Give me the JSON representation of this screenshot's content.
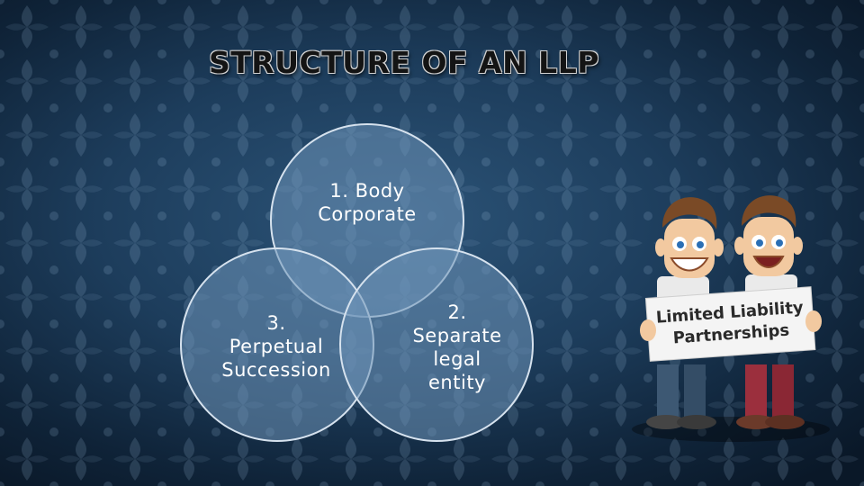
{
  "title": "STRUCTURE OF AN LLP",
  "venn": {
    "top_label": "1. Body\nCorporate",
    "right_label": "2.\nSeparate\nlegal\nentity",
    "left_label": "3.\nPerpetual\nSuccession"
  },
  "illustration": {
    "icon": "two-cartoon-men-holding-sign-icon",
    "sign_line1": "Limited Liability",
    "sign_line2": "Partnerships"
  },
  "colors": {
    "background": "#1d3d5c",
    "circle_fill": "#6d93b8",
    "circle_stroke": "#d6e2ee",
    "title_text": "#141414"
  }
}
